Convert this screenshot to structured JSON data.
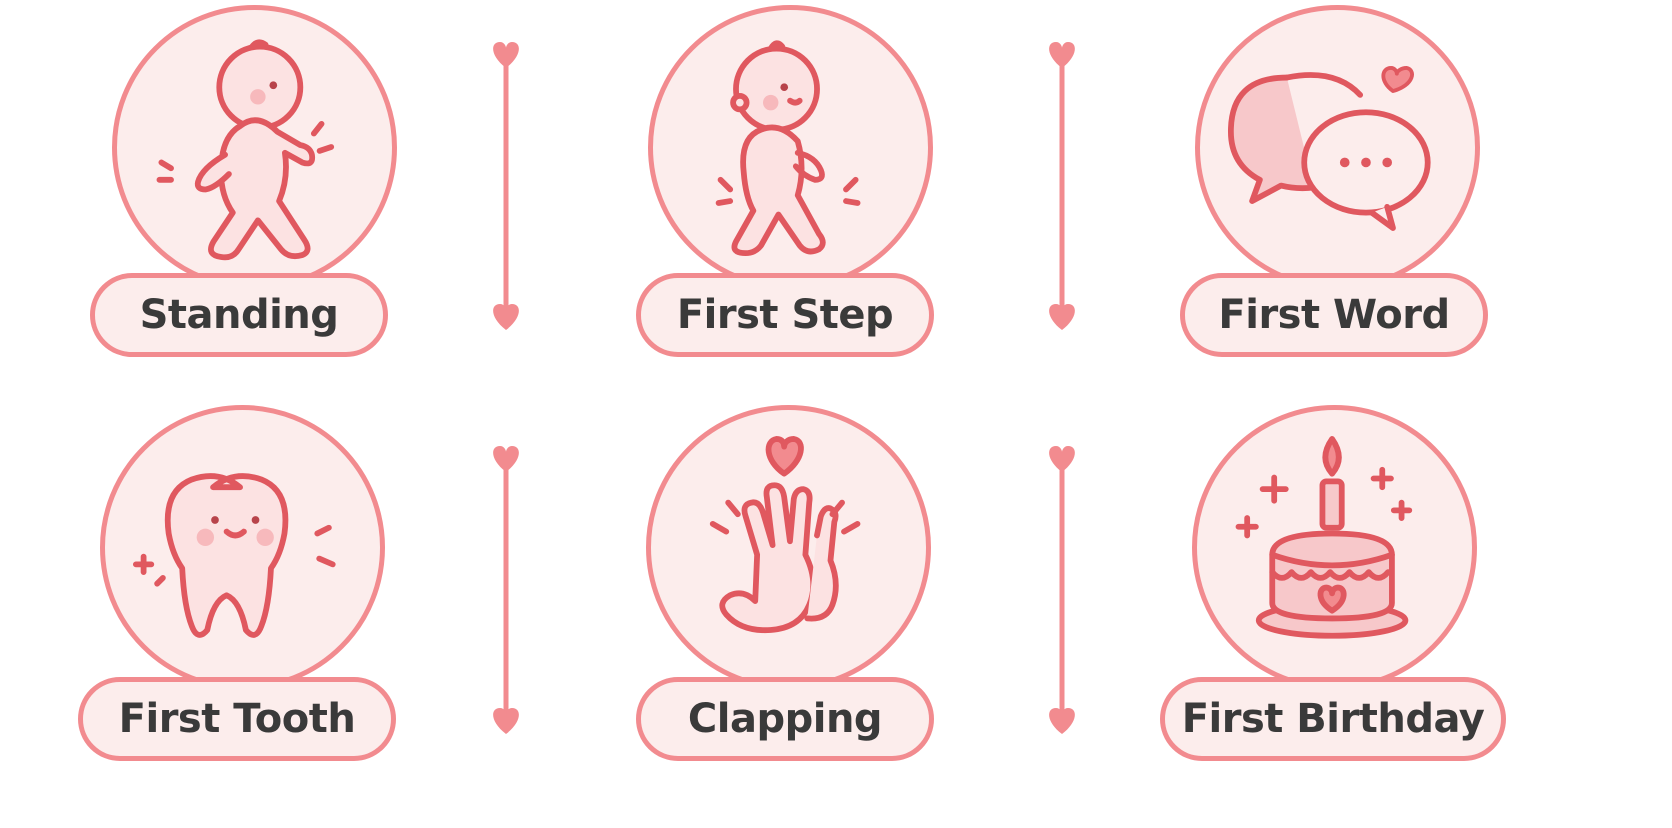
{
  "palette": {
    "stroke": "#e0585f",
    "ring": "#f28b8f",
    "fill": "#fcedec",
    "blush": "#f7b9bc",
    "text": "#3a3a3a"
  },
  "milestones": [
    {
      "label": "Standing",
      "icon": "standing-baby-icon"
    },
    {
      "label": "First Step",
      "icon": "walking-baby-icon"
    },
    {
      "label": "First Word",
      "icon": "speech-bubbles-icon"
    },
    {
      "label": "First Tooth",
      "icon": "tooth-icon"
    },
    {
      "label": "Clapping",
      "icon": "clapping-hands-icon"
    },
    {
      "label": "First Birthday",
      "icon": "birthday-cake-icon"
    }
  ],
  "connectors": [
    {
      "icon": "heart-connector-icon"
    },
    {
      "icon": "heart-connector-icon"
    },
    {
      "icon": "heart-connector-icon"
    },
    {
      "icon": "heart-connector-icon"
    }
  ]
}
